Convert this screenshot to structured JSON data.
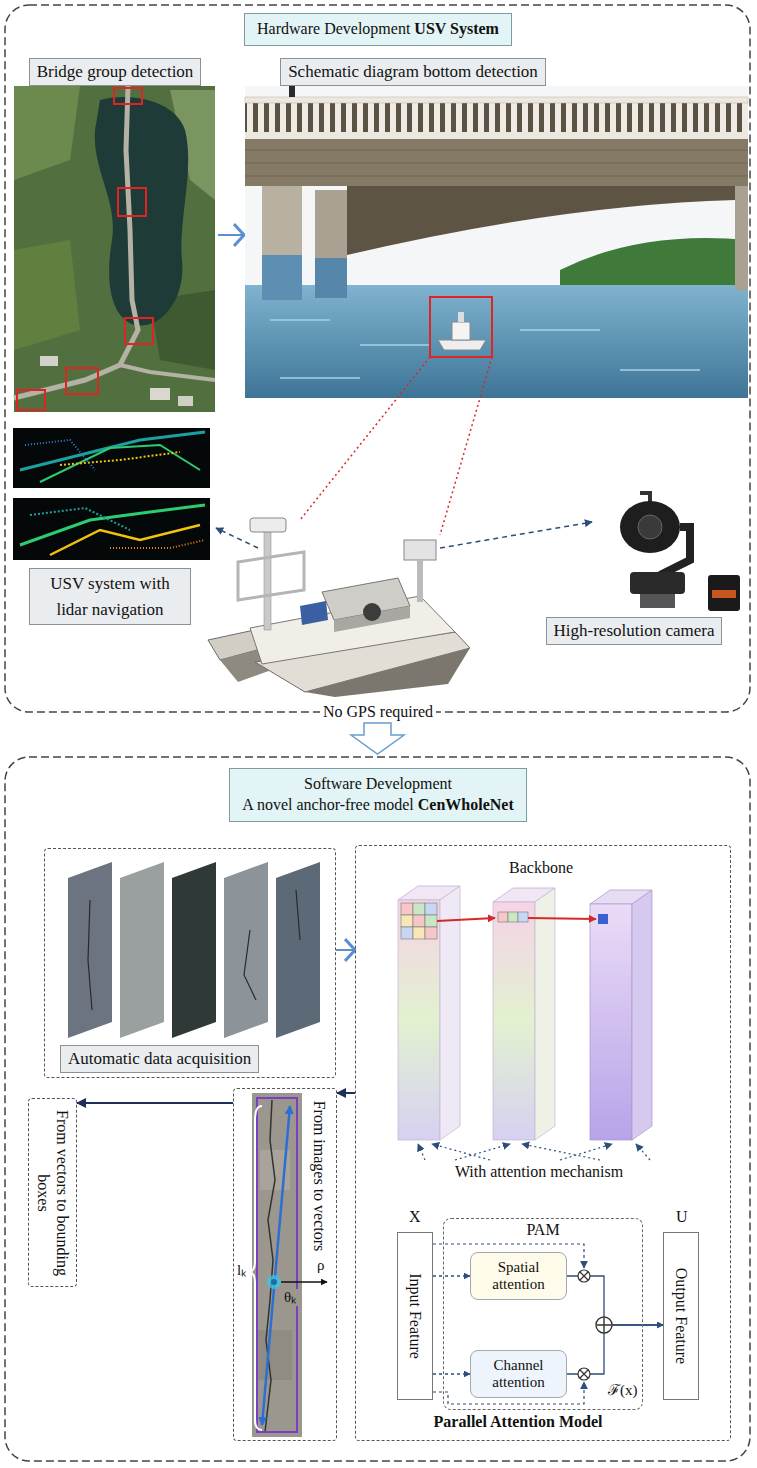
{
  "diagram": {
    "nodes": [
      {
        "text": [
          "Hardware Development",
          "USV System"
        ]
      },
      {
        "text": [
          "Bridge group detection"
        ]
      },
      {
        "text": [
          "Schematic diagram bottom detection"
        ]
      },
      {
        "text": [
          "USV system with lidar navigation"
        ]
      },
      {
        "text": [
          "High-resolution camera"
        ]
      },
      {
        "text": [
          "Software Development",
          "A novel anchor-free model",
          "CenWholeNet"
        ]
      },
      {
        "text": [
          "Automatic data acquisition"
        ]
      },
      {
        "text": [
          "Backbone",
          "With attention mechanism",
          "Parallel Attention Model"
        ]
      },
      {
        "text": [
          "Input Feature"
        ],
        "in": 7
      },
      {
        "text": [
          "PAM"
        ],
        "in": 7
      },
      {
        "text": [
          "Spatial attention"
        ],
        "in": 9
      },
      {
        "text": [
          "Channel attention"
        ],
        "in": 9
      },
      {
        "text": [
          "Output Feature"
        ],
        "in": 7
      },
      {
        "text": [
          "From images to vectors"
        ]
      },
      {
        "text": [
          "From vectors to bounding boxes"
        ]
      }
    ],
    "edges": [
      {
        "from": 1,
        "to": 2,
        "arrow": "to"
      },
      {
        "from": 6,
        "to": 7,
        "arrow": "to"
      },
      {
        "from": 8,
        "to": 10,
        "arrow": "to"
      },
      {
        "from": 8,
        "to": 11,
        "arrow": "to"
      },
      {
        "from": 10,
        "to": 12,
        "arrow": "to"
      },
      {
        "from": 11,
        "to": 12,
        "arrow": "to"
      },
      {
        "from": 7,
        "to": 13,
        "arrow": "to"
      },
      {
        "from": 13,
        "to": 14,
        "arrow": "to"
      }
    ],
    "labels": [
      "No GPS required",
      "X",
      "U",
      "ℱ(x)",
      "lₖ",
      "θₖ",
      "ρ"
    ]
  }
}
